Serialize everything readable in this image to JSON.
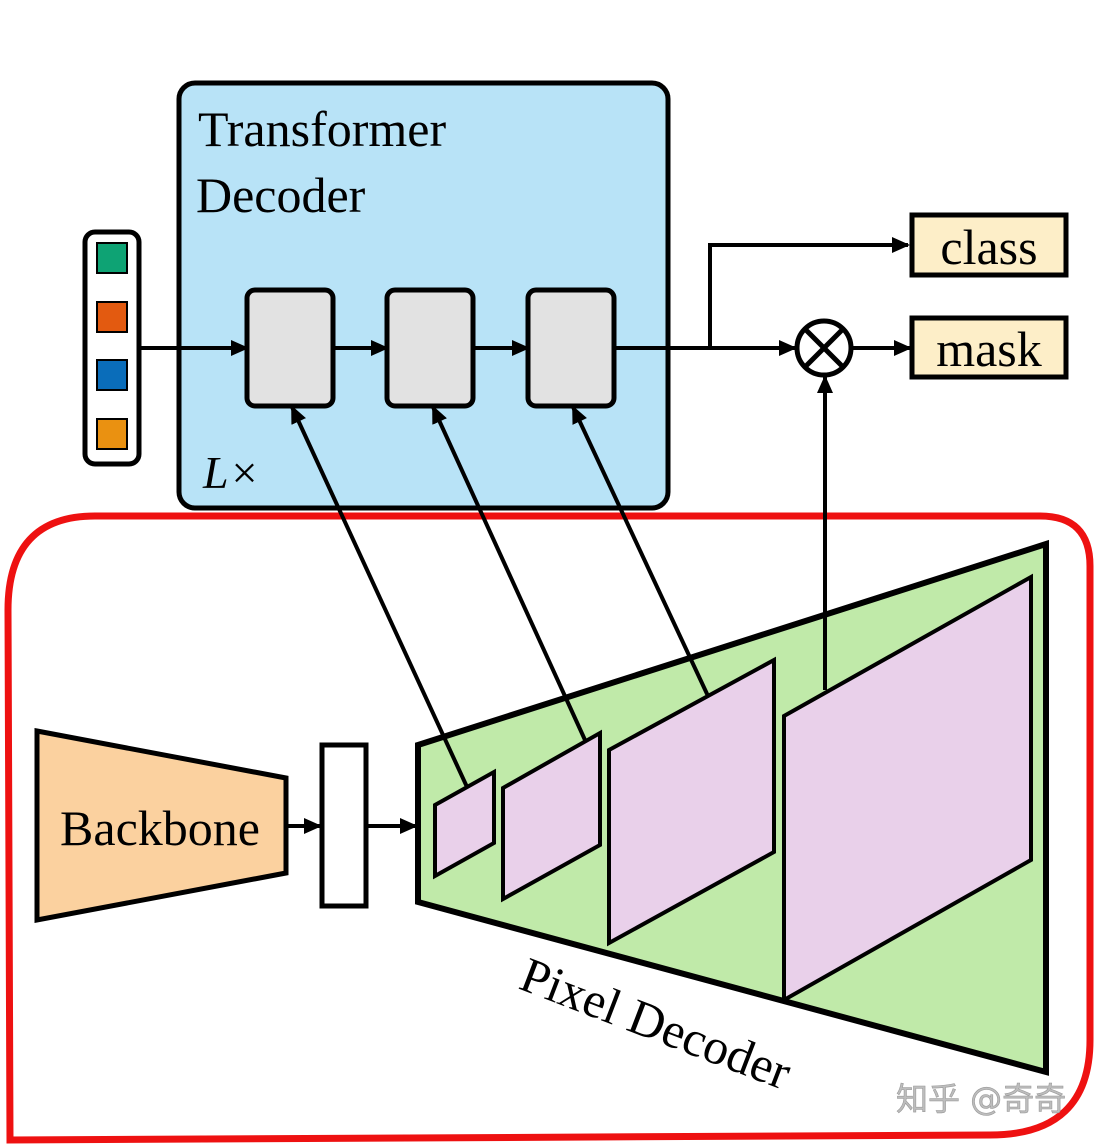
{
  "transformer_decoder": {
    "title_line1": "Transformer",
    "title_line2": "Decoder",
    "repeat_label": "L×",
    "fill": "#b8e3f7",
    "layer_fill": "#e2e2e2",
    "layer_count": 3
  },
  "queries": {
    "colors": [
      "#0ea374",
      "#e35a10",
      "#0a6dba",
      "#ea9111"
    ]
  },
  "outputs": {
    "class_label": "class",
    "mask_label": "mask",
    "fill": "#fdeec8",
    "multiply_symbol": "⊗"
  },
  "pixel_module": {
    "backbone_label": "Backbone",
    "backbone_fill": "#fbd19f",
    "pixel_decoder_label": "Pixel Decoder",
    "pixel_decoder_fill": "#c0eaa9",
    "feature_map_fill": "#e9d0ea",
    "feature_map_count": 4,
    "highlight_border_color": "#ee1111"
  },
  "watermark": "知乎 @奇奇"
}
